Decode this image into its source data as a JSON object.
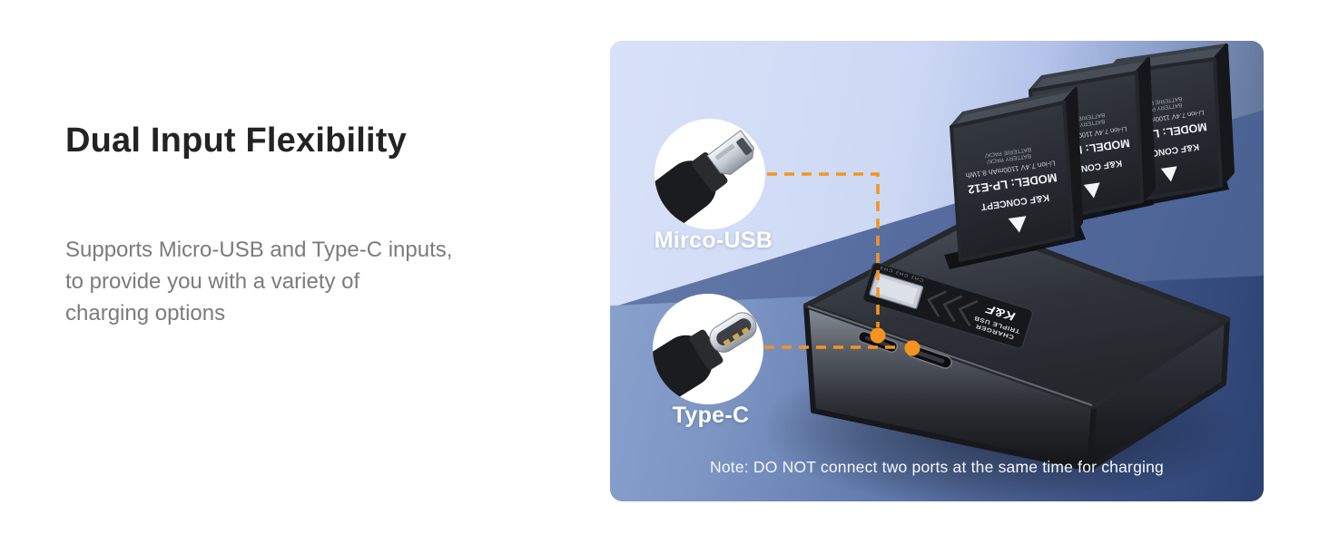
{
  "hero": {
    "heading": "Dual Input Flexibility",
    "body_lines": [
      "Supports Micro-USB and Type-C inputs,",
      "to provide you with a variety of",
      "charging options"
    ]
  },
  "figure": {
    "callouts": [
      {
        "label": "Mirco-USB",
        "icon": "micro-usb-connector"
      },
      {
        "label": "Type-C",
        "icon": "type-c-connector"
      }
    ],
    "note": "Note: DO NOT connect two ports at the same time for charging",
    "charger": {
      "sticker": {
        "brand": "K&F",
        "title_line1": "TRIPLE USB",
        "title_line2": "CHARGER",
        "channels_label": "CH1  CH2  CH3"
      },
      "ports": [
        "micro-usb-port",
        "type-c-port"
      ]
    },
    "battery": {
      "count": 3,
      "pack_line1": "BATTERY PACK/",
      "pack_line2": "BATTERIE PACK/",
      "spec_line": "Li-ion 7.4V 1100mAh 8.1Wh",
      "model_line": "MODEL: LP-E12",
      "brand_line": "K&F CONCEPT"
    },
    "colors": {
      "accent": "#F5931E",
      "wall_light": "#CDD9F4",
      "wall_mid": "#5574A8",
      "wall_dark": "#5B6E8E",
      "floor_light": "#7E97C4",
      "floor_dark": "#2E4472"
    }
  }
}
